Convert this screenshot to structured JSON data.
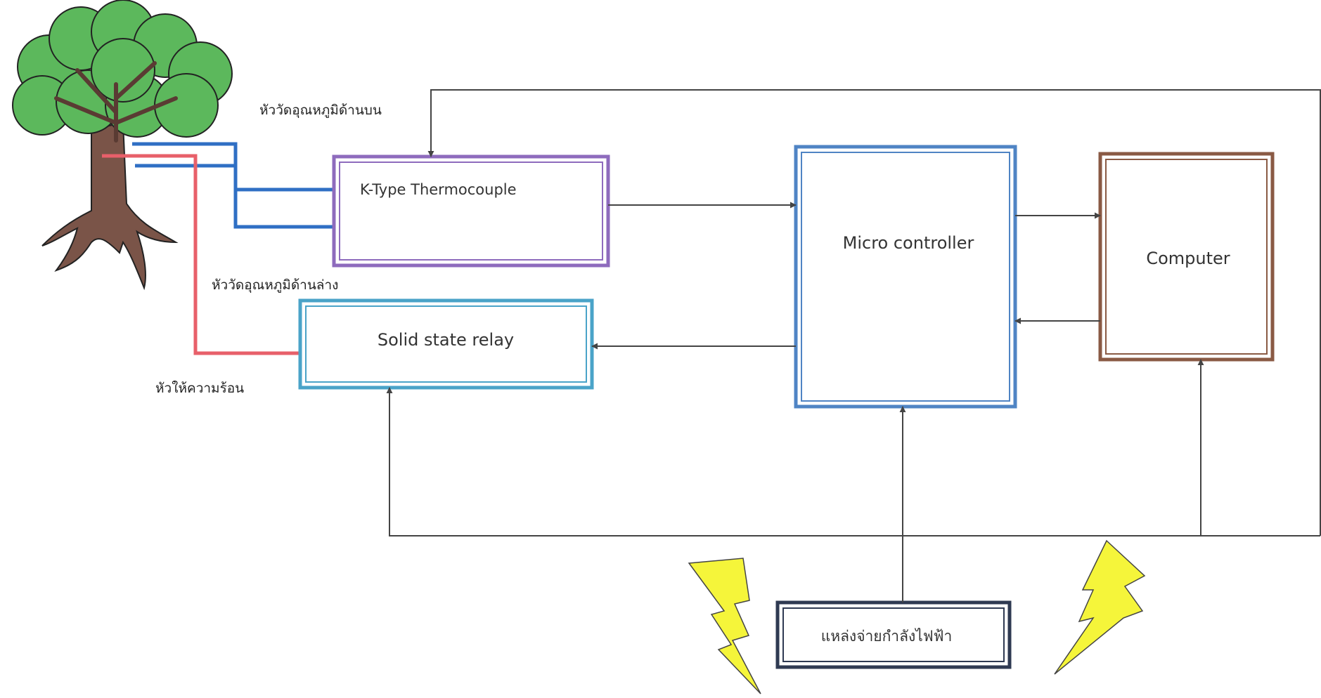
{
  "labels": {
    "upper_probe": "หัววัดอุณหภูมิด้านบน",
    "lower_probe": "หัววัดอุณหภูมิด้านล่าง",
    "heater": "หัวให้ความร้อน"
  },
  "boxes": {
    "thermocouple": "K-Type Thermocouple",
    "relay": "Solid state relay",
    "microcontroller": "Micro controller",
    "computer": "Computer",
    "power_supply": "แหล่งจ่ายกำลังไฟฟ้า"
  },
  "colors": {
    "thermocouple_border": "#8e6bbd",
    "relay_border": "#4aa3c8",
    "microcontroller_border": "#4f84c4",
    "computer_border": "#8a5a44",
    "power_border": "#2f3a52",
    "probe_wire": "#2f6fc4",
    "heater_wire": "#e8606a",
    "tree_leaf": "#5cb85c",
    "tree_trunk": "#7a5448",
    "lightning": "#f5f53a",
    "connector": "#444444"
  },
  "icons": [
    "tree-icon",
    "lightning-icon"
  ]
}
